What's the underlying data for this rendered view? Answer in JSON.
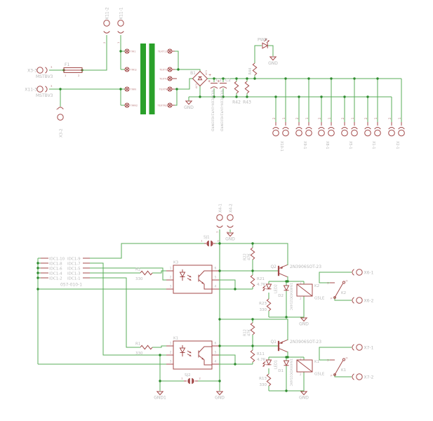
{
  "colors": {
    "wire_green": "#5aae5a",
    "component_red": "#a34a4a",
    "core_green": "#2aa02a",
    "label_gray": "#b8b8b8",
    "pin_red": "#c08888"
  },
  "power": {
    "x3_3": {
      "label": "X3-3",
      "part": "MSTBV3",
      "pin": "3"
    },
    "x11_3": {
      "label": "X11-3",
      "part": "MSTBV3",
      "pin": "3"
    },
    "x3_2": {
      "label": "X3-2",
      "pin": "1"
    },
    "x11_2": {
      "label": "X11-2",
      "pin": "2"
    },
    "x11_1": {
      "label": "X11-1",
      "pin": "1"
    },
    "fuse": {
      "label": "F1",
      "pin1": "1",
      "pin2": "2"
    },
    "transformer": {
      "left_pins": [
        "TW1",
        "TW1J",
        "TWN",
        "TWN2"
      ],
      "right_pins": [
        "TEXT12",
        "TEXT1",
        "TEXTC",
        "TEXTN",
        "TEXTN2"
      ]
    },
    "bridge": {
      "label": "B1",
      "ac1": "AC1",
      "ac2": "AC2",
      "plus": "+"
    },
    "gnd_bridge": "GND",
    "c1": {
      "label": "C1",
      "value": "NICHICON-UVR1H103MRD",
      "plus": "+"
    },
    "c2": {
      "label": "C2",
      "value": "NICHICON-UVR1H103MRD",
      "plus": "+"
    },
    "r42": {
      "label": "R42"
    },
    "r43": {
      "label": "R43"
    },
    "r44": {
      "label": "R44"
    },
    "pwr_led": {
      "label": "PWR",
      "gnd": "GND"
    },
    "outputs": [
      {
        "label": "X10-1",
        "pin_left": "2",
        "pin_right": "1"
      },
      {
        "label": "X9-1",
        "pin_left": "2",
        "pin_right": "1"
      },
      {
        "label": "X8-1",
        "pin_left": "2",
        "pin_right": "1"
      },
      {
        "label": "X5-1",
        "pin_left": "2",
        "pin_right": "1"
      },
      {
        "label": "X1-1",
        "pin_left": "2",
        "pin_right": "1"
      },
      {
        "label": "X2-1",
        "pin_left": "2",
        "pin_right": "1"
      }
    ]
  },
  "relay": {
    "idc": {
      "left": [
        "IDC1-10",
        "IDC1-8",
        "IDC1-6",
        "IDC1-4",
        "IDC1-2"
      ],
      "right": [
        "IDC1-9",
        "IDC1-7",
        "IDC1-5",
        "IDC1-3",
        "IDC1-1"
      ],
      "part": "057-010-1"
    },
    "r2": {
      "label": "R2",
      "value": "330"
    },
    "r1": {
      "label": "R1",
      "value": "330"
    },
    "sj1": {
      "label": "SJ1",
      "pin1": "1",
      "pin2": "2"
    },
    "sj2": {
      "label": "SJ2",
      "pin1": "1",
      "pin2": "2"
    },
    "x4_1": {
      "label": "X4-1",
      "pin": "1"
    },
    "x4_2": {
      "label": "X4-2",
      "pin": "2",
      "gnd": "GND"
    },
    "opto_top": {
      "label": "K3",
      "pins_left": [
        "1",
        "2",
        "3"
      ],
      "pins_right": [
        "6",
        "5",
        "4"
      ]
    },
    "opto_bot": {
      "label": "K1",
      "pins_left": [
        "1",
        "2",
        "3"
      ],
      "pins_right": [
        "6",
        "5",
        "4"
      ]
    },
    "ch_top": {
      "r_pullup": {
        "label": "R22",
        "value": "47K"
      },
      "r_base": {
        "label": "R21",
        "value": "4.7K"
      },
      "q": {
        "label": "Q2",
        "part": "2N3906SOT-23"
      },
      "led": {
        "label": "LED2"
      },
      "r_led": {
        "label": "R23",
        "value": "330"
      },
      "d": {
        "label": "D2",
        "value": "1N4004DO214AC"
      },
      "coil": {
        "label": "K2",
        "part": "G5LE",
        "pin1": "1",
        "pin2": "2"
      },
      "gnd": "GND",
      "contact": {
        "label": "K2",
        "s": "S",
        "o": "O",
        "p": "P"
      },
      "out1": "X6-1",
      "out2": "X6-2"
    },
    "ch_bot": {
      "r_pullup": {
        "label": "R12",
        "value": "47K"
      },
      "r_base": {
        "label": "R11",
        "value": "4.7K"
      },
      "q": {
        "label": "Q1",
        "part": "2N3906SOT-23"
      },
      "led": {
        "label": "LED1"
      },
      "r_led": {
        "label": "R13",
        "value": "330"
      },
      "d": {
        "label": "D1",
        "value": "1N4004DO214AC"
      },
      "coil": {
        "label": "K1",
        "part": "G5LE",
        "pin1": "1",
        "pin2": "2"
      },
      "gnd": "GND",
      "contact": {
        "label": "K1",
        "s": "S",
        "o": "O",
        "p": "P"
      },
      "out1": "X7-1",
      "out2": "X7-2"
    },
    "gnd1": "GND1",
    "gnd_mid": "GND"
  }
}
